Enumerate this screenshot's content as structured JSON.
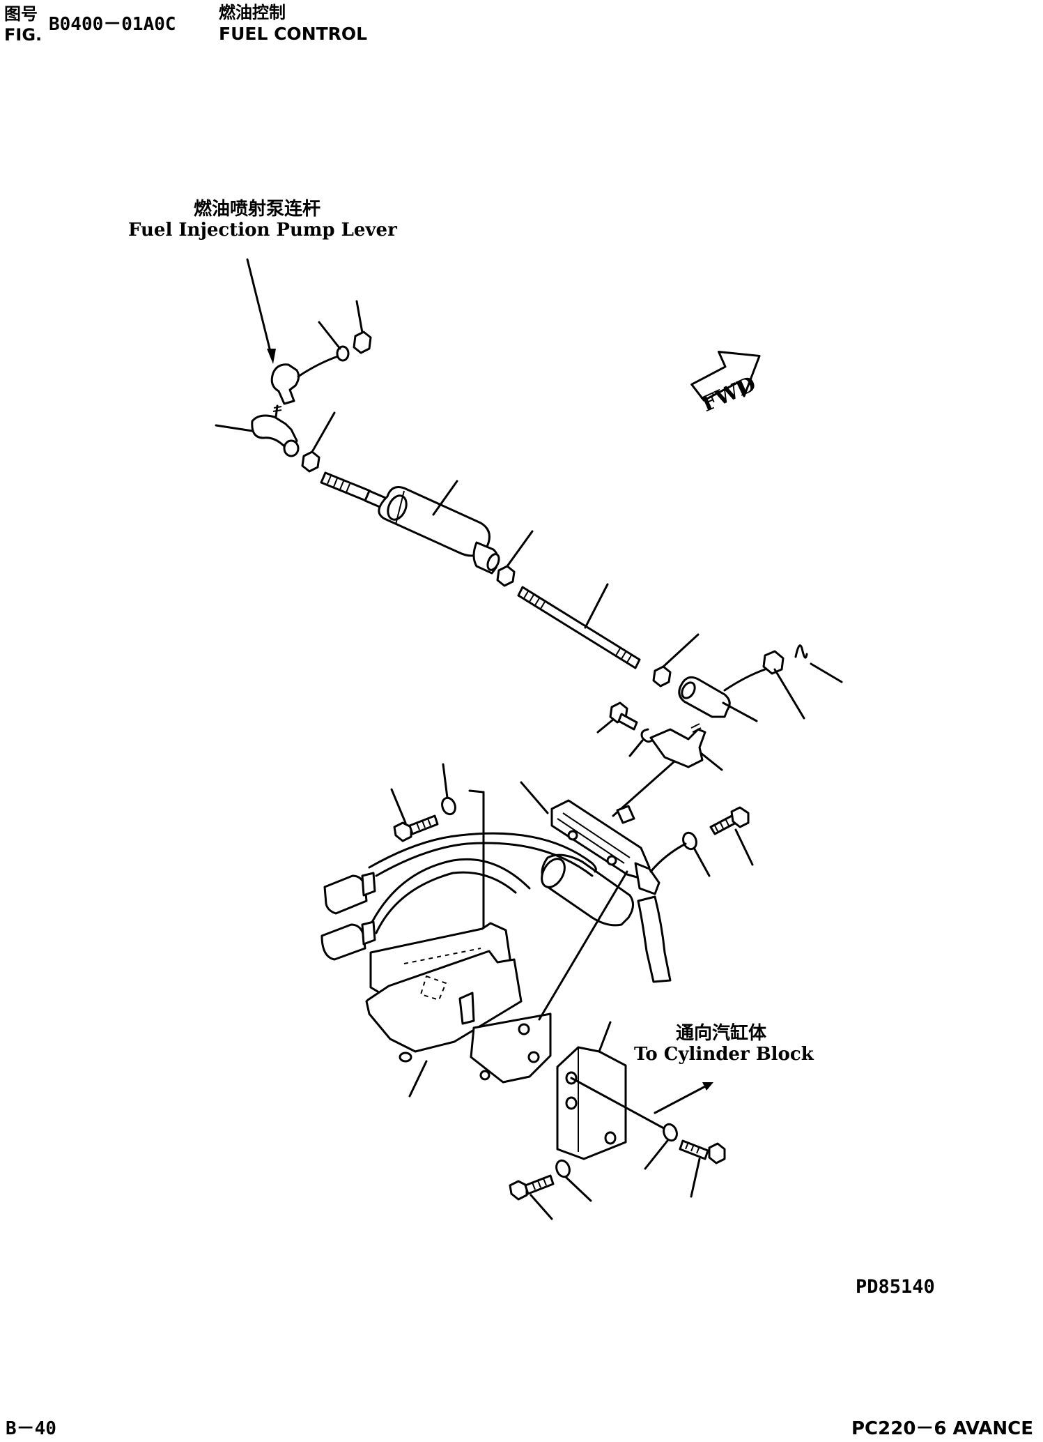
{
  "header": {
    "fig_label_zh": "图号",
    "fig_label_en": "FIG.",
    "fig_number": "B0400－01A0C",
    "title_zh": "燃油控制",
    "title_en": "FUEL CONTROL"
  },
  "callouts": {
    "pump_lever_zh": "燃油喷射泵连杆",
    "pump_lever_en": "Fuel Injection Pump Lever",
    "cylinder_block_zh": "通向汽缸体",
    "cylinder_block_en": "To Cylinder Block",
    "fwd_label": "FWD"
  },
  "drawing_code": "PD85140",
  "footer": {
    "page": "B－40",
    "model": "PC220－6 AVANCE"
  }
}
